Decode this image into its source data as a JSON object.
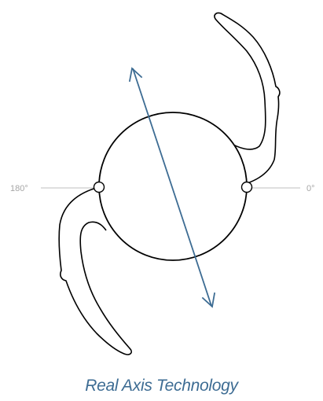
{
  "axis": {
    "left_label": "180°",
    "right_label": "0°"
  },
  "caption": "Real Axis Technology",
  "colors": {
    "outline": "#000000",
    "axis_line": "#bfbfbf",
    "axis_text": "#a6a6a6",
    "arrow": "#3d6c93",
    "caption": "#3d6c93"
  }
}
